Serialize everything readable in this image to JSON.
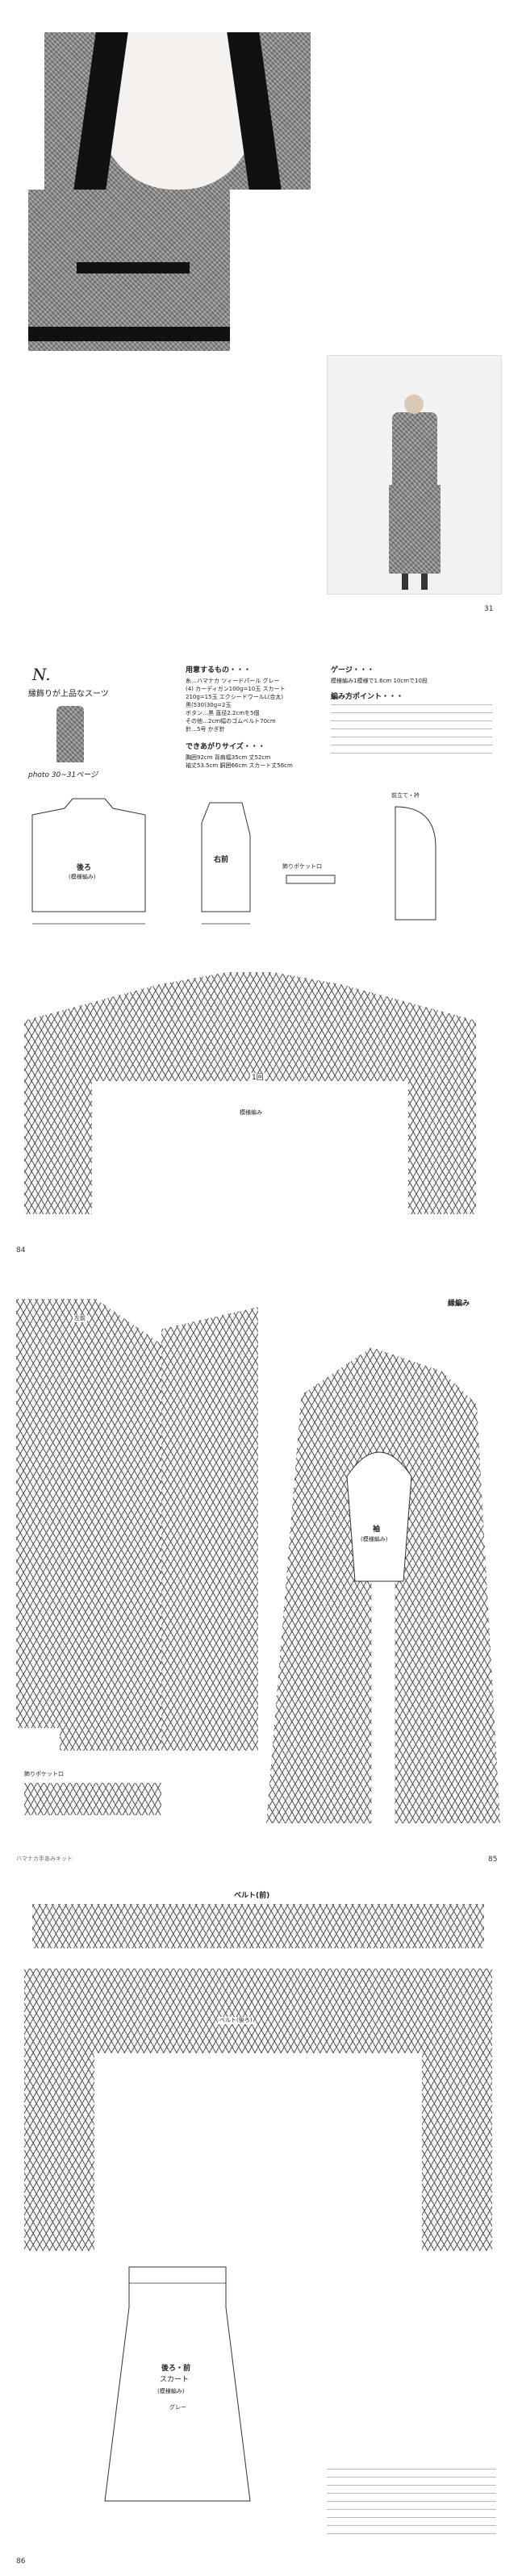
{
  "pages": {
    "p1": {
      "page_number": "31"
    },
    "p2": {
      "pattern_letter": "N.",
      "pattern_title": "縁飾りが上品なスーツ",
      "photo_ref": "photo 30~31ページ",
      "materials_heading": "用意するもの・・・",
      "materials_lines": [
        "糸…ハマナカ ツィードパール グレー",
        "(4) カーディガン100g=10玉 スカート",
        "210g=15玉 エクシードウールL(合太)",
        "黒(530)30g=2玉",
        "ボタン…黒 直径2.2cmを5個",
        "その他…2cm幅のゴムベルト70cm",
        "針…5号 かぎ針"
      ],
      "gauge_heading": "ゲージ・・・",
      "gauge_text": "模様編み1模様で1.6cm 10cmで10段",
      "points_heading": "編み方ポイント・・・",
      "size_heading": "できあがりサイズ・・・",
      "size_lines": [
        "胸囲92cm 背肩幅35cm 丈52cm",
        "袖丈53.5cm 胴囲66cm スカート丈56cm"
      ],
      "back_label": "後ろ",
      "back_sub": "(模様編み)",
      "right_front_label": "右前",
      "pocket_label": "飾りポケット口",
      "front_edge_label": "前立て・衿",
      "chart_label": "1回",
      "chart_sub": "模様編み",
      "page_number": "84"
    },
    "p3": {
      "border_label": "縁編み",
      "left_front_label": "左前",
      "sleeve_label": "袖",
      "sleeve_sub": "(模様編み)",
      "pocket_label": "飾りポケット口",
      "footer_note": "ハマナカ手あみキット",
      "page_number": "85"
    },
    "p4": {
      "belt_label": "ベルト(前)",
      "belt_back_label": "ベルト(後ろ)",
      "skirt_label": "後ろ・前",
      "skirt_sub": "スカート",
      "skirt_pattern": "(模様編み)",
      "skirt_color": "グレー",
      "page_number": "86"
    }
  },
  "colors": {
    "ink": "#222222",
    "rule": "#444444",
    "tweed": "#8e8e8e"
  }
}
